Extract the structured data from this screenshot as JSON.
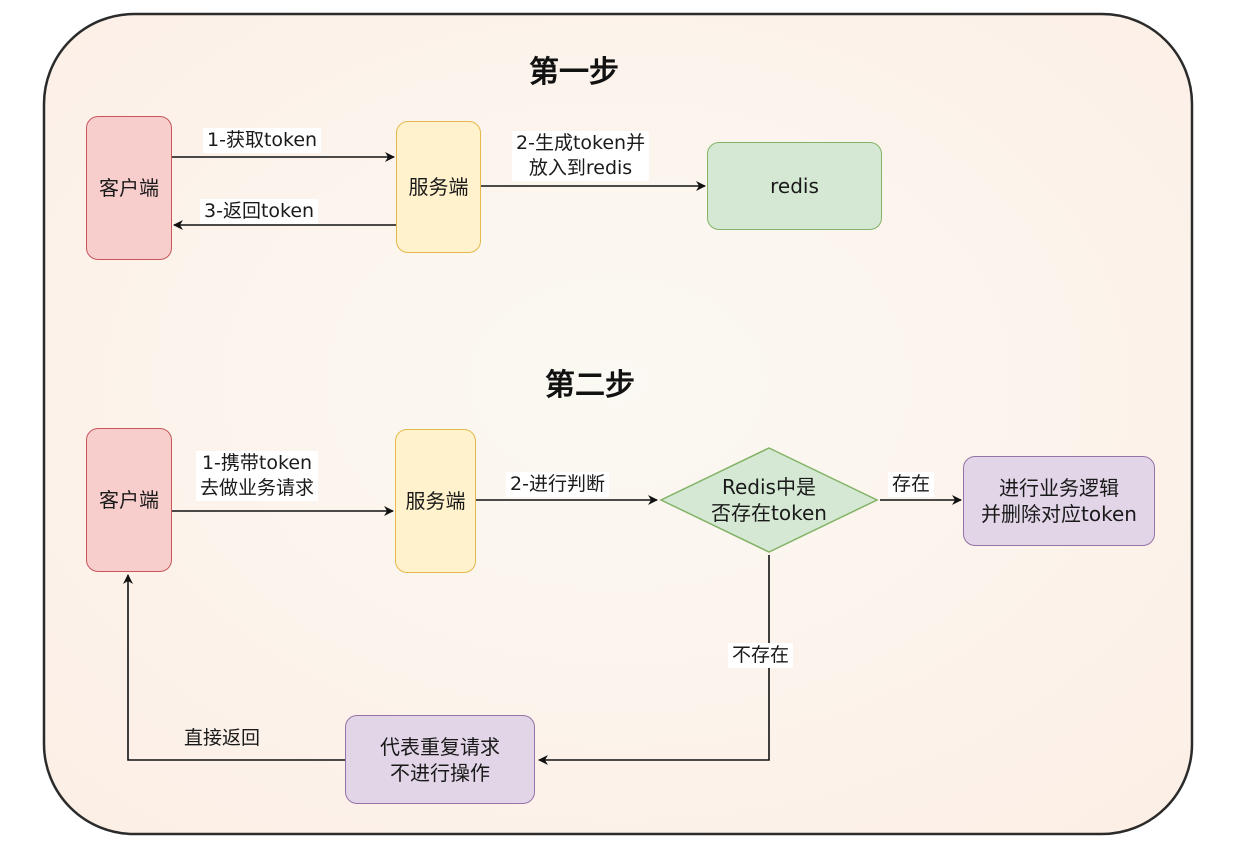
{
  "step1": {
    "title": "第一步",
    "client": "客户端",
    "server": "服务端",
    "redis": "redis",
    "edge_get_token": "1-获取token",
    "edge_return_token": "3-返回token",
    "edge_generate": "2-生成token并\n放入到redis"
  },
  "step2": {
    "title": "第二步",
    "client": "客户端",
    "server": "服务端",
    "edge_request": "1-携带token\n去做业务请求",
    "edge_judge": "2-进行判断",
    "decision": "Redis中是\n否存在token",
    "edge_exists": "存在",
    "process": "进行业务逻辑\n并删除对应token",
    "edge_not_exists": "不存在",
    "duplicate": "代表重复请求\n不进行操作",
    "edge_return_direct": "直接返回"
  },
  "colors": {
    "background": "#fcf6ee",
    "client_fill": "#f8cecc",
    "server_fill": "#fff2cc",
    "redis_fill": "#d5e8d4",
    "action_fill": "#e1d5e7"
  }
}
